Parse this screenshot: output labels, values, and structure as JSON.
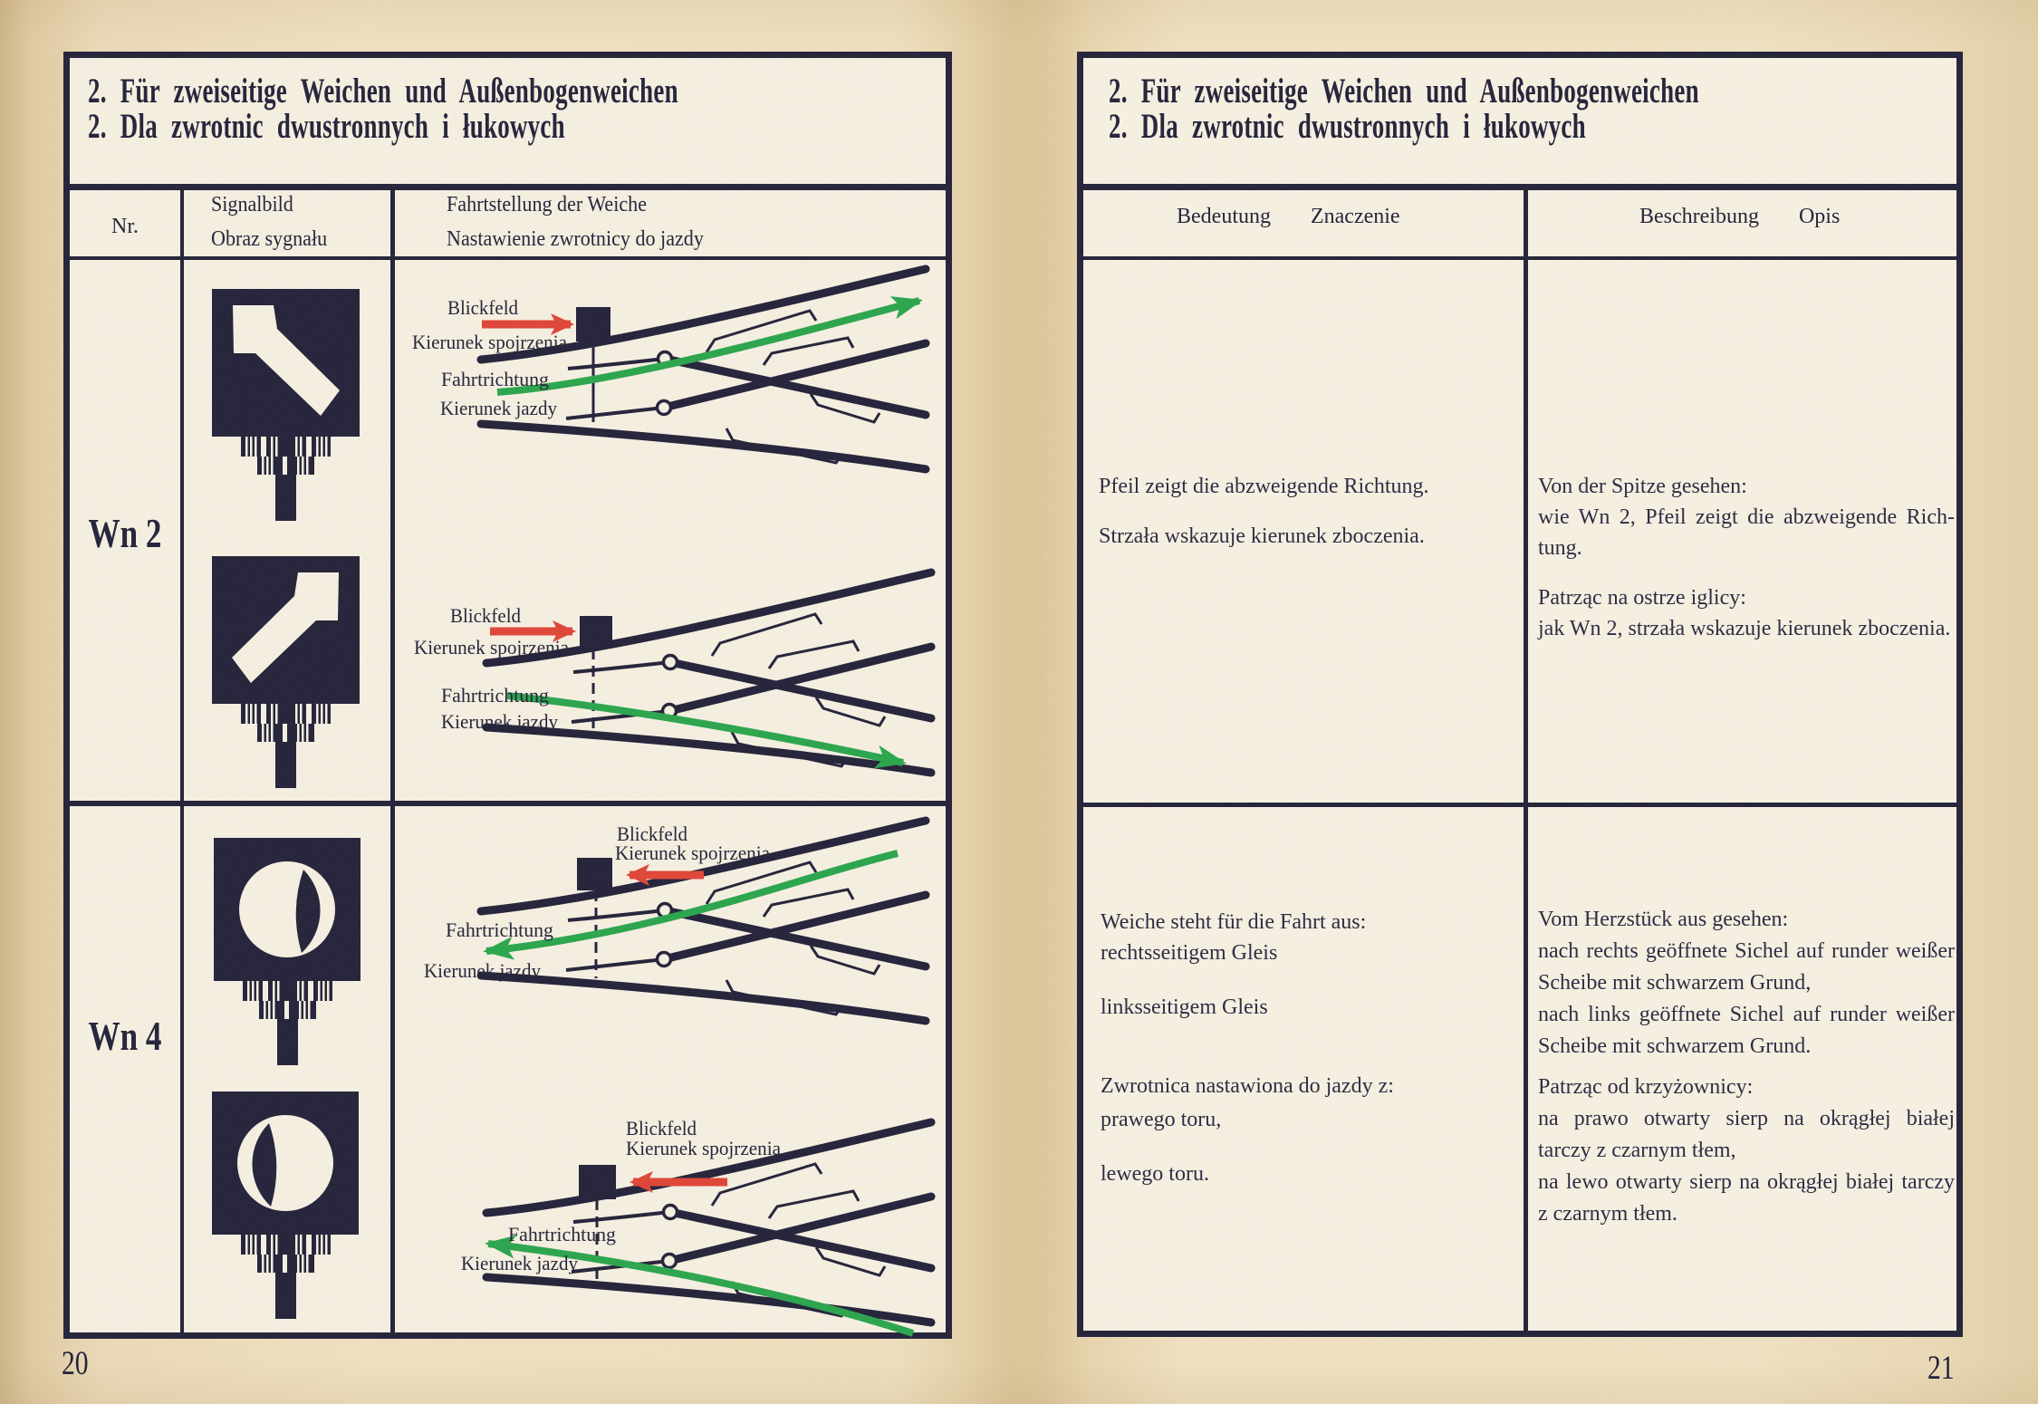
{
  "colors": {
    "ink": "#23223a",
    "paper": "#f6f0e2",
    "background": "#ead9b6",
    "arrow_green": "#2aa54d",
    "arrow_red": "#df4537"
  },
  "diagram_labels": {
    "view_de": "Blickfeld",
    "view_pl": "Kierunek spojrzenia",
    "travel_de": "Fahrtrichtung",
    "travel_pl": "Kierunek jazdy"
  },
  "page_left": {
    "page_number": "20",
    "title_de": "2. Für zweiseitige Weichen und Außenbogenweichen",
    "title_pl": "2. Dla zwrotnic dwustronnych i łukowych",
    "header": {
      "nr": "Nr.",
      "signal_de": "Signalbild",
      "signal_pl": "Obraz sygnału",
      "setting_de": "Fahrtstellung der Weiche",
      "setting_pl": "Nastawienie zwrotnicy do jazdy"
    },
    "rows": [
      {
        "code": "Wn 2"
      },
      {
        "code": "Wn 4"
      }
    ]
  },
  "page_right": {
    "page_number": "21",
    "title_de": "2. Für zweiseitige Weichen und Außenbogenweichen",
    "title_pl": "2. Dla zwrotnic dwustronnych i łukowych",
    "header": {
      "meaning_de": "Bedeutung",
      "meaning_pl": "Znaczenie",
      "description_de": "Beschreibung",
      "description_pl": "Opis"
    },
    "rows": [
      {
        "meaning": [
          "Pfeil zeigt die abzweigende Richtung.",
          "Strzała wskazuje kierunek zboczenia."
        ],
        "description": [
          "Von der Spitze gesehen:",
          "wie Wn 2, Pfeil zeigt die abzweigende Rich-",
          "tung.",
          "Patrząc na ostrze iglicy:",
          "jak Wn 2, strzała wskazuje kierunek zboczenia."
        ]
      },
      {
        "meaning": [
          "Weiche steht für die Fahrt aus:",
          "rechtsseitigem Gleis",
          "linksseitigem Gleis",
          "Zwrotnica nastawiona do jazdy z:",
          "prawego toru,",
          "lewego toru."
        ],
        "description": [
          "Vom Herzstück aus gesehen:",
          "nach rechts geöffnete Sichel auf runder weißer",
          "Scheibe mit schwarzem Grund,",
          "nach links geöffnete Sichel auf runder weißer",
          "Scheibe mit schwarzem Grund.",
          "Patrząc od krzyżownicy:",
          "na prawo otwarty sierp na okrągłej białej",
          "tarczy z czarnym tłem,",
          "na lewo otwarty sierp na okrągłej białej tarczy",
          "z czarnym tłem."
        ]
      }
    ]
  }
}
